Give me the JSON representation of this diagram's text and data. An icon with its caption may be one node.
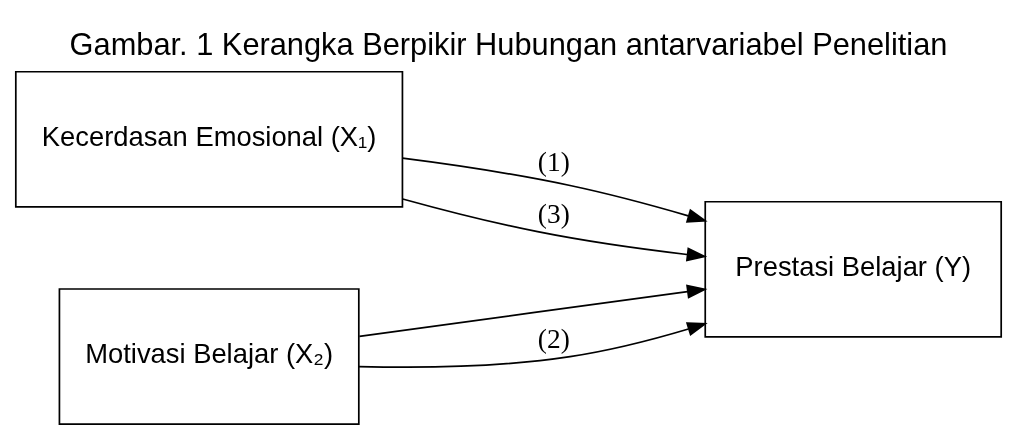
{
  "diagram": {
    "title": "Gambar. 1 Kerangka Berpikir Hubungan antarvariabel Penelitian",
    "nodes": [
      {
        "text": [
          "Kecerdasan Emosional (X₁)"
        ]
      },
      {
        "text": [
          "Motivasi Belajar (X₂)"
        ]
      },
      {
        "text": [
          "Prestasi Belajar (Y)"
        ]
      }
    ],
    "edges": [
      {
        "from": 0,
        "to": 2,
        "arrow": "to",
        "label": "(1)"
      },
      {
        "from": 0,
        "to": 2,
        "arrow": "to",
        "label": "(3)"
      },
      {
        "from": 1,
        "to": 2,
        "arrow": "to"
      },
      {
        "from": 1,
        "to": 2,
        "arrow": "to",
        "label": "(2)"
      }
    ]
  }
}
